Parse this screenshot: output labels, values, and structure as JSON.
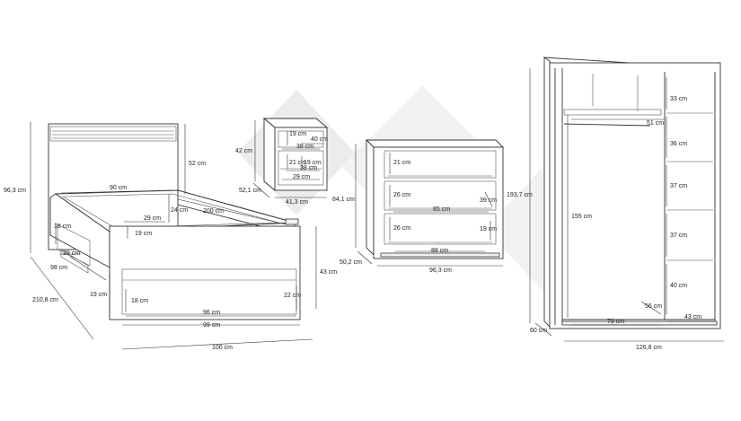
{
  "bed": {
    "height": "96,3 cm",
    "headboard_panel": "52 cm",
    "inner_width": "90 cm",
    "side_height": "24 cm",
    "inner_length": "200 cm",
    "rail_width": "29 cm",
    "rail_height": "19 cm",
    "drawer_depth_label": "18 cm",
    "drawer_front_width": "29 cm",
    "drawer_length": "98 cm",
    "total_length": "210,8 cm",
    "leg_height": "19 cm",
    "front_height": "43 cm",
    "drawer_height": "18 cm",
    "drawer_front_right": "22 cm",
    "drawer_inner_width": "96 cm",
    "drawer_outer_width": "99 cm",
    "total_width": "100 cm"
  },
  "nightstand": {
    "height": "42 cm",
    "top_drawer_height": "19 cm",
    "top_drawer_width": "40 cm",
    "inner_width": "38 cm",
    "compartment_height_a": "21 cm",
    "compartment_height_b": "19 cm",
    "inner_depth": "38 cm",
    "bottom_depth": "29 cm",
    "depth": "52,1 cm",
    "width": "41,3 cm"
  },
  "chest": {
    "drawer_1": "21 cm",
    "drawer_2": "26 cm",
    "drawer_3": "26 cm",
    "drawer_depth": "39 cm",
    "drawer_inner_width": "85 cm",
    "drawer_height_right": "19 cm",
    "bottom_width": "88 cm",
    "height": "84,1 cm",
    "depth": "50,2 cm",
    "width": "96,3 cm"
  },
  "wardrobe": {
    "height": "193,7 cm",
    "hanging_height": "155 cm",
    "rail_width": "51 cm",
    "shelf_1": "33 cm",
    "shelf_2": "36 cm",
    "shelf_3": "37 cm",
    "shelf_4": "37 cm",
    "shelf_5": "40 cm",
    "inner_depth": "56 cm",
    "left_width": "79 cm",
    "right_width": "43 cm",
    "depth": "60 cm",
    "width": "126,8 cm"
  }
}
